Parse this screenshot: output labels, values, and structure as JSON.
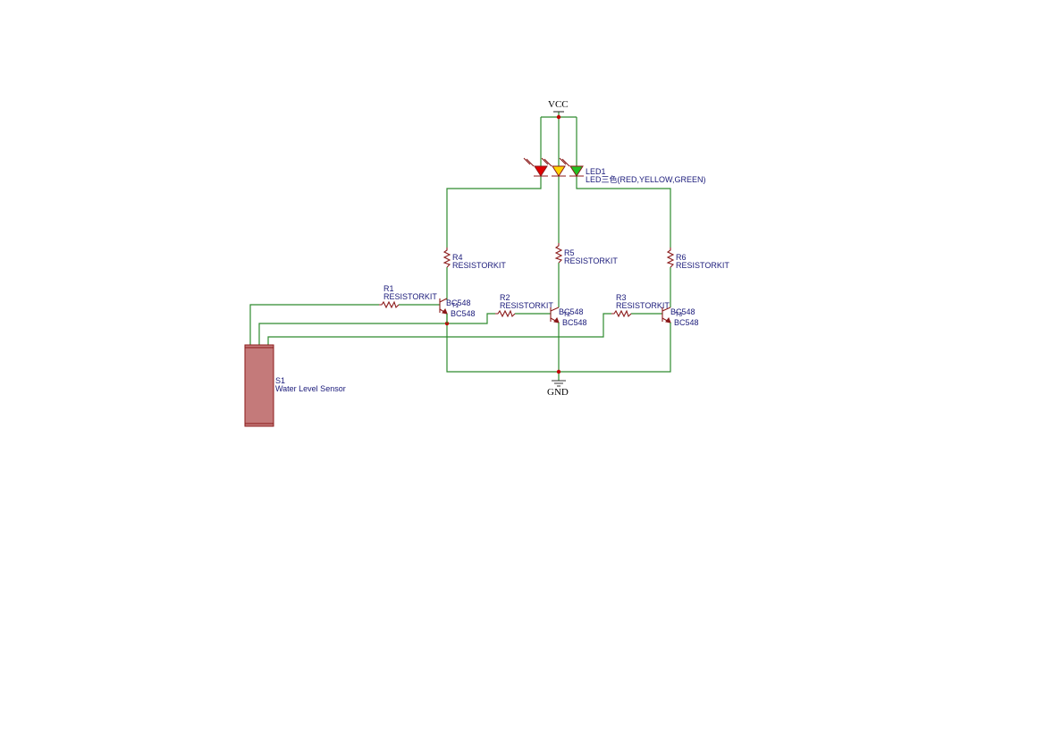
{
  "schematic": {
    "power": {
      "vcc": "VCC",
      "gnd": "GND"
    },
    "led": {
      "ref": "LED1",
      "value": "LED三色(RED,YELLOW,GREEN)",
      "colors": {
        "red": "#e00000",
        "yellow": "#ffd400",
        "green": "#22c022"
      }
    },
    "resistors": [
      {
        "ref": "R1",
        "value": "RESISTORKIT"
      },
      {
        "ref": "R2",
        "value": "RESISTORKIT"
      },
      {
        "ref": "R3",
        "value": "RESISTORKIT"
      },
      {
        "ref": "R4",
        "value": "RESISTORKIT"
      },
      {
        "ref": "R5",
        "value": "RESISTORKIT"
      },
      {
        "ref": "R6",
        "value": "RESISTORKIT"
      }
    ],
    "transistors": [
      {
        "ref": "T1",
        "value": "BC548",
        "value2": "BC548"
      },
      {
        "ref": "T2",
        "value": "BC548",
        "value2": "BC548"
      },
      {
        "ref": "T3",
        "value": "BC548",
        "value2": "BC548"
      }
    ],
    "sensor": {
      "ref": "S1",
      "value": "Water Level Sensor",
      "color": "#c47a7a"
    },
    "colors": {
      "wire": "#2e8b2e",
      "component": "#8b1a1a",
      "label": "#1a1a7a",
      "node": "#c00000"
    }
  }
}
